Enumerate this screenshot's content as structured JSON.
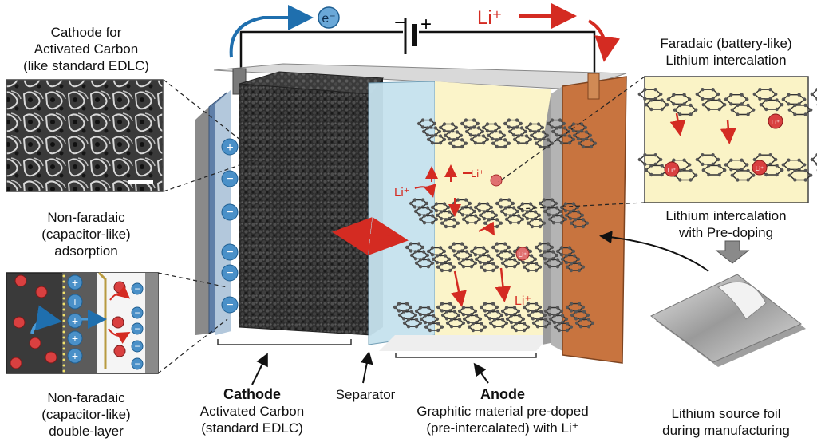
{
  "labels": {
    "cathode_ac_top": [
      "Cathode for",
      "Activated Carbon",
      "(like standard EDLC)"
    ],
    "non_faradaic_adsorption": [
      "Non-faradaic",
      "(capacitor-like)",
      "adsorption"
    ],
    "non_faradaic_double_layer": [
      "Non-faradaic",
      "(capacitor-like)",
      "double-layer"
    ],
    "cathode_bottom": {
      "title": "Cathode",
      "lines": [
        "Activated Carbon",
        "(standard EDLC)"
      ]
    },
    "separator": "Separator",
    "anode_bottom": {
      "title": "Anode",
      "lines": [
        "Graphitic material pre-doped",
        "(pre-intercalated) with Li⁺"
      ]
    },
    "faradaic": [
      "Faradaic (battery-like)",
      "Lithium intercalation"
    ],
    "lithium_intercalation_predoping": [
      "Lithium intercalation",
      "with Pre-doping"
    ],
    "lithium_source_foil": [
      "Lithium source foil",
      "during manufacturing"
    ]
  },
  "circuit": {
    "electron": "e⁻",
    "lithium_ion": "Li⁺",
    "battery_minus": "−",
    "battery_plus": "+"
  },
  "ions": {
    "li": "Li⁺",
    "li_small": "Li⁺",
    "plus": "+",
    "minus": "−"
  },
  "colors": {
    "electron_arrow": "#1f6fae",
    "lithium_arrow": "#d42b22",
    "cathode_collector": "#5f7fa8",
    "anode_collector": "#c8743f",
    "separator": "#bcd9e6",
    "electrolyte_anode": "#fbf4c9",
    "carbon_block": "#2b2b2b",
    "anion_blue": "#4a90c8",
    "cation_red": "#d94040"
  }
}
